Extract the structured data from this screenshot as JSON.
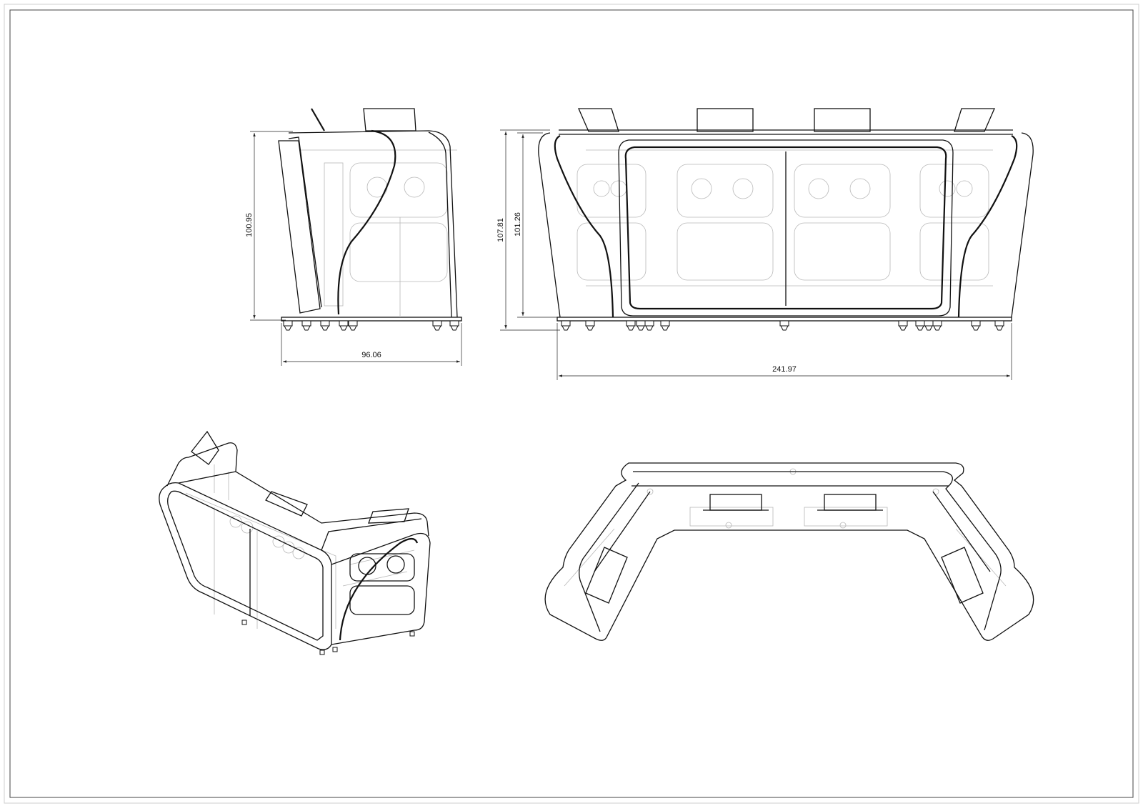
{
  "drawing": {
    "views": [
      {
        "name": "side-view",
        "dimensions": {
          "height": "100.95",
          "width": "96.06"
        }
      },
      {
        "name": "front-view",
        "dimensions": {
          "overall_height": "107.81",
          "body_height": "101.26",
          "width": "241.97"
        }
      },
      {
        "name": "isometric-view"
      },
      {
        "name": "top-view"
      }
    ]
  }
}
